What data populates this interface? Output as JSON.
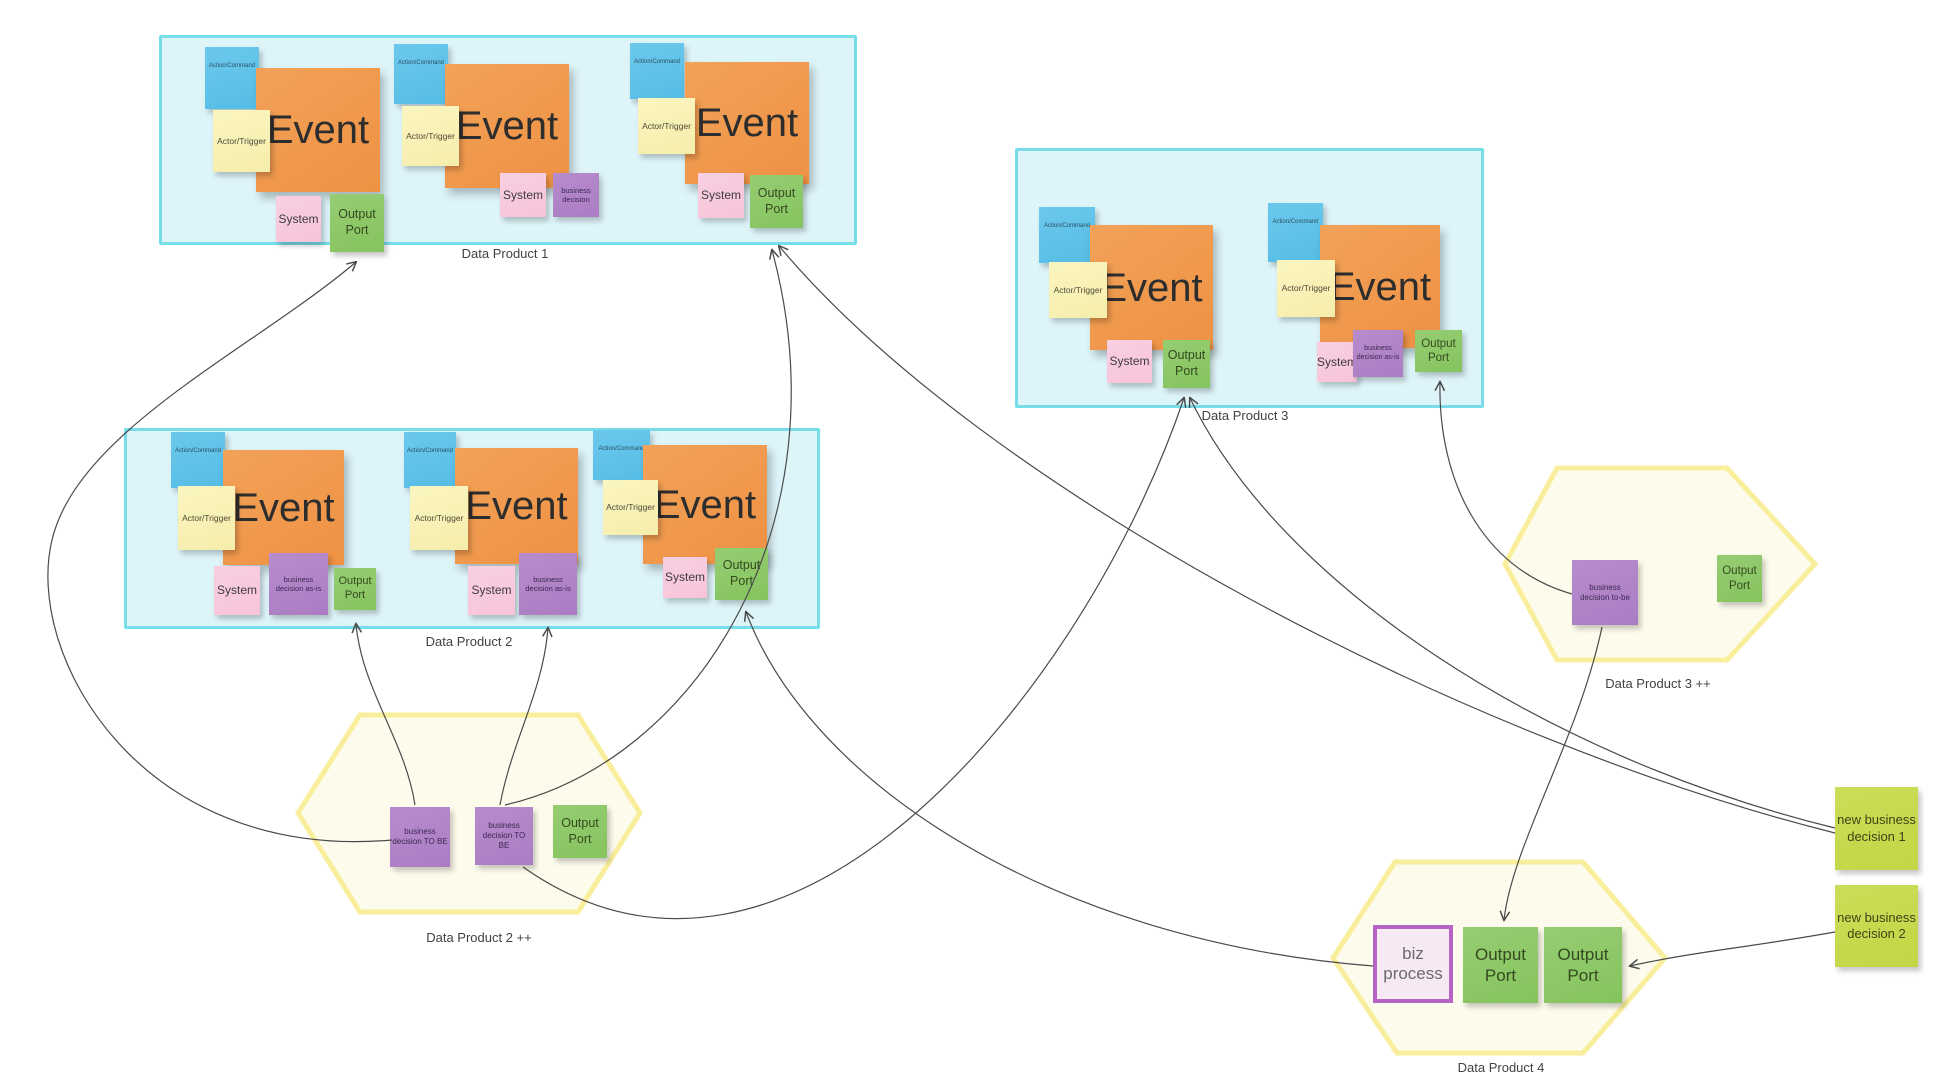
{
  "strings": {
    "action_command": "Action/Command",
    "actor_trigger": "Actor/Trigger",
    "event": "Event",
    "system": "System",
    "output_port": "Output Port",
    "business_decision": "business decision",
    "bd_as_is": "business decision as-is",
    "bd_to_be": "business decision to-be",
    "bd_TO_BE": "business decision TO BE",
    "biz_process": "biz process"
  },
  "products": {
    "p1": {
      "label": "Data Product 1"
    },
    "p2": {
      "label": "Data Product 2"
    },
    "p3": {
      "label": "Data Product 3"
    },
    "p2pp": {
      "label": "Data Product 2 ++"
    },
    "p3pp": {
      "label": "Data Product 3 ++"
    },
    "p4": {
      "label": "Data Product 4"
    }
  },
  "notes": {
    "nbd1": "new business decision 1",
    "nbd2": "new business decision 2"
  },
  "colors": {
    "cyan_fill": "#ddf4f9",
    "cyan_border": "#76dde9",
    "hex_fill": "#fdfcec",
    "hex_border": "#f8ee9c",
    "orange": "#ee9143",
    "blue": "#55bde6",
    "yellow": "#f6edab",
    "pink": "#f7c4da",
    "purple": "#ab7cc3",
    "green": "#85c45e",
    "lime": "#c2d645",
    "biz_fill": "#f6e9f3",
    "biz_border": "#b564c4",
    "line": "#4a4a4a",
    "label": "#424242"
  },
  "connections": [
    {
      "from": "dp2pp-business-decision-to-be-1",
      "to": "dp1-cluster1-output-port"
    },
    {
      "from": "dp2pp-business-decision-to-be-1",
      "to": "dp2-cluster1-output-port"
    },
    {
      "from": "dp2pp-business-decision-to-be-2",
      "to": "dp2-cluster2-business-decision-as-is"
    },
    {
      "from": "dp2pp-business-decision-to-be-2",
      "to": "dp1-cluster3-output-port"
    },
    {
      "from": "dp2pp-business-decision-to-be-2",
      "to": "dp3-cluster1-output-port"
    },
    {
      "from": "biz-process",
      "to": "dp2-cluster3-output-port"
    },
    {
      "from": "new-business-decision-1",
      "to": "dp1-cluster3-output-port"
    },
    {
      "from": "new-business-decision-1",
      "to": "dp3-cluster1-output-port"
    },
    {
      "from": "dp3pp-business-decision-to-be",
      "to": "dp3-cluster2-output-port"
    },
    {
      "from": "dp3pp-business-decision-to-be",
      "to": "dp4-output-port-1"
    },
    {
      "from": "new-business-decision-2",
      "to": "dp4-output-port-2"
    }
  ]
}
